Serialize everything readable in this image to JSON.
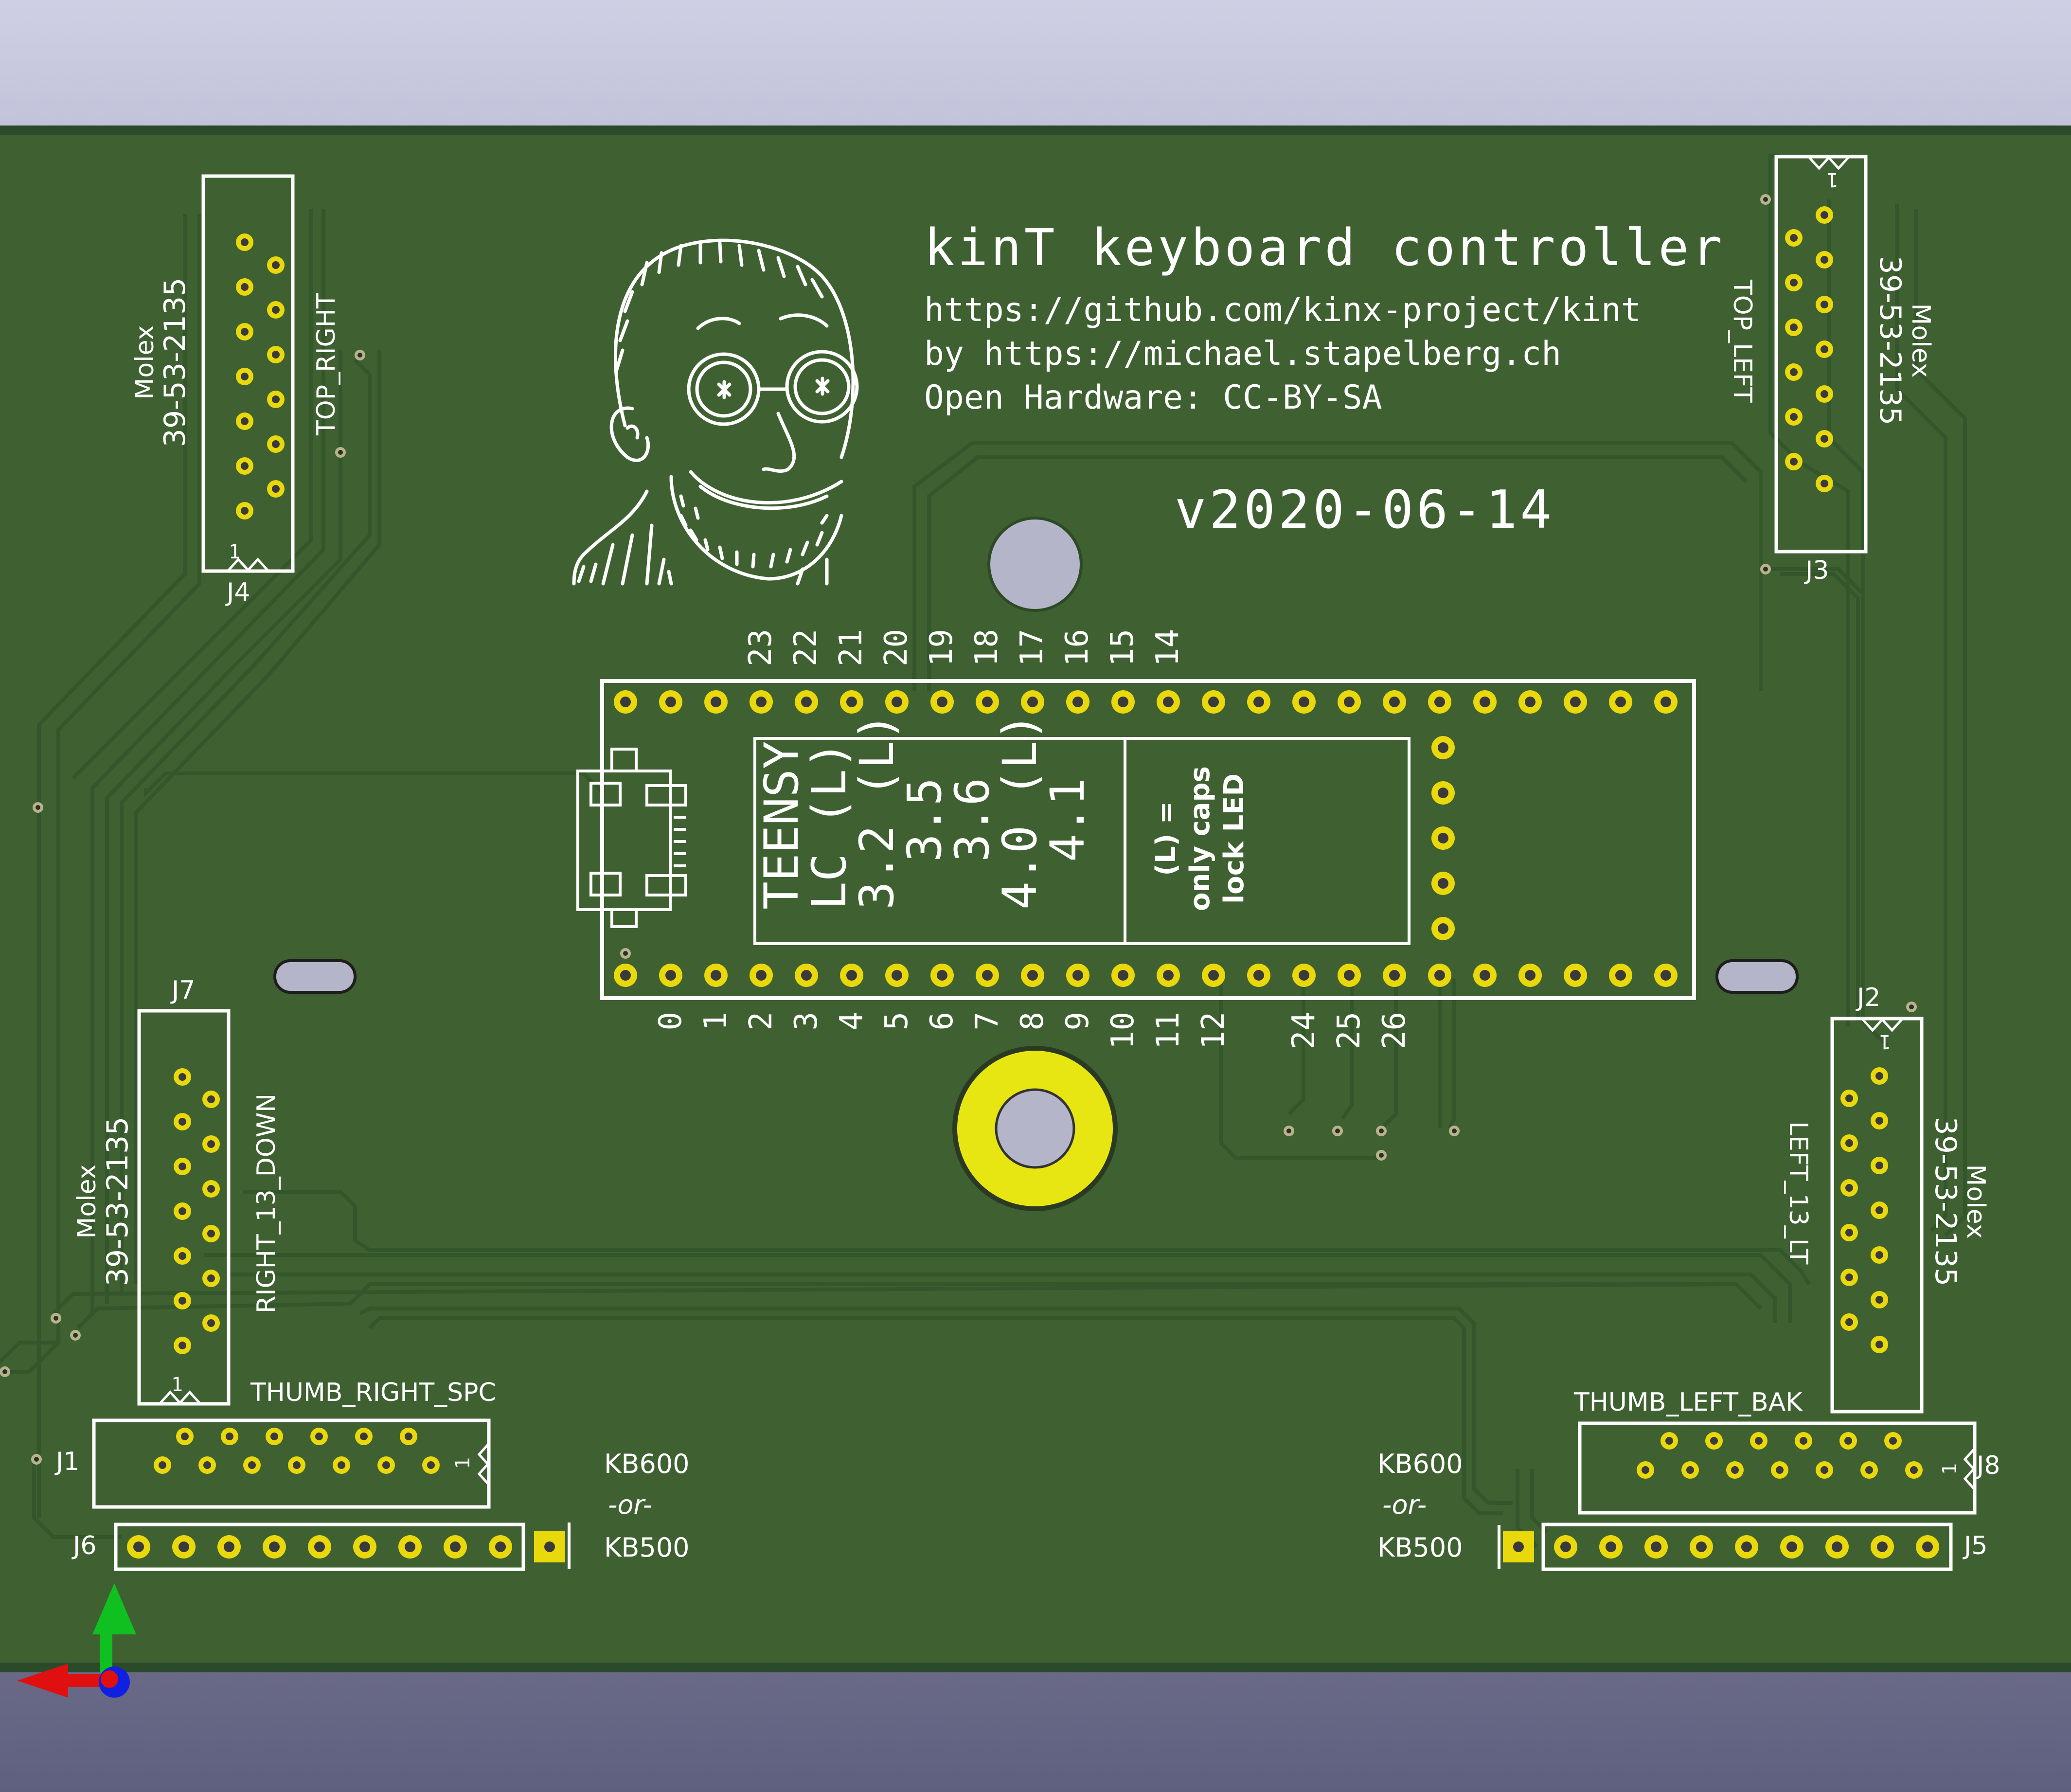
{
  "board": {
    "title": "kinT keyboard controller",
    "repo_url": "https://github.com/kinx-project/kint",
    "author_line": "by https://michael.stapelberg.ch",
    "license_line": "Open Hardware: CC-BY-SA",
    "version": "v2020-06-14"
  },
  "teensy": {
    "top_pins": [
      "23",
      "22",
      "21",
      "20",
      "19",
      "18",
      "17",
      "16",
      "15",
      "14"
    ],
    "bottom_pins": [
      "0",
      "1",
      "2",
      "3",
      "4",
      "5",
      "6",
      "7",
      "8",
      "9",
      "10",
      "11",
      "12",
      "24",
      "25",
      "26"
    ],
    "label_teensy": "TEENSY",
    "label_lc": "LC (L)",
    "label_32": "3.2 (L)",
    "label_35": "3.5",
    "label_36": "3.6",
    "label_40": "4.0 (L)",
    "label_41": "4.1",
    "note_line1": "(L) =",
    "note_line2": "only caps",
    "note_line3": "lock LED"
  },
  "connectors": {
    "j4": {
      "ref": "J4",
      "name": "TOP_RIGHT",
      "mfr": "Molex",
      "part": "39-53-2135"
    },
    "j3": {
      "ref": "J3",
      "name": "TOP_LEFT",
      "mfr": "Molex",
      "part": "39-53-2135"
    },
    "j7": {
      "ref": "J7",
      "name": "RIGHT_13_DOWN",
      "mfr": "Molex",
      "part": "39-53-2135"
    },
    "j2": {
      "ref": "J2",
      "name": "LEFT_13_LT",
      "mfr": "Molex",
      "part": "39-53-2135"
    },
    "j1": {
      "ref": "J1",
      "name": "THUMB_RIGHT_SPC"
    },
    "j8": {
      "ref": "J8",
      "name": "THUMB_LEFT_BAK"
    },
    "j6": {
      "ref": "J6"
    },
    "j5": {
      "ref": "J5"
    },
    "pin1_mark": "1"
  },
  "kb_labels": {
    "kb600": "KB600",
    "or": "-or-",
    "kb500": "KB500"
  },
  "colors": {
    "board": "#3f6132",
    "silkscreen": "#ffffff",
    "pad_gold": "#e8d80c",
    "edge": "#2b4a2a"
  },
  "axis_gizmo": {
    "x_color": "#e01010",
    "y_color": "#10c020",
    "z_color": "#1020e0"
  }
}
